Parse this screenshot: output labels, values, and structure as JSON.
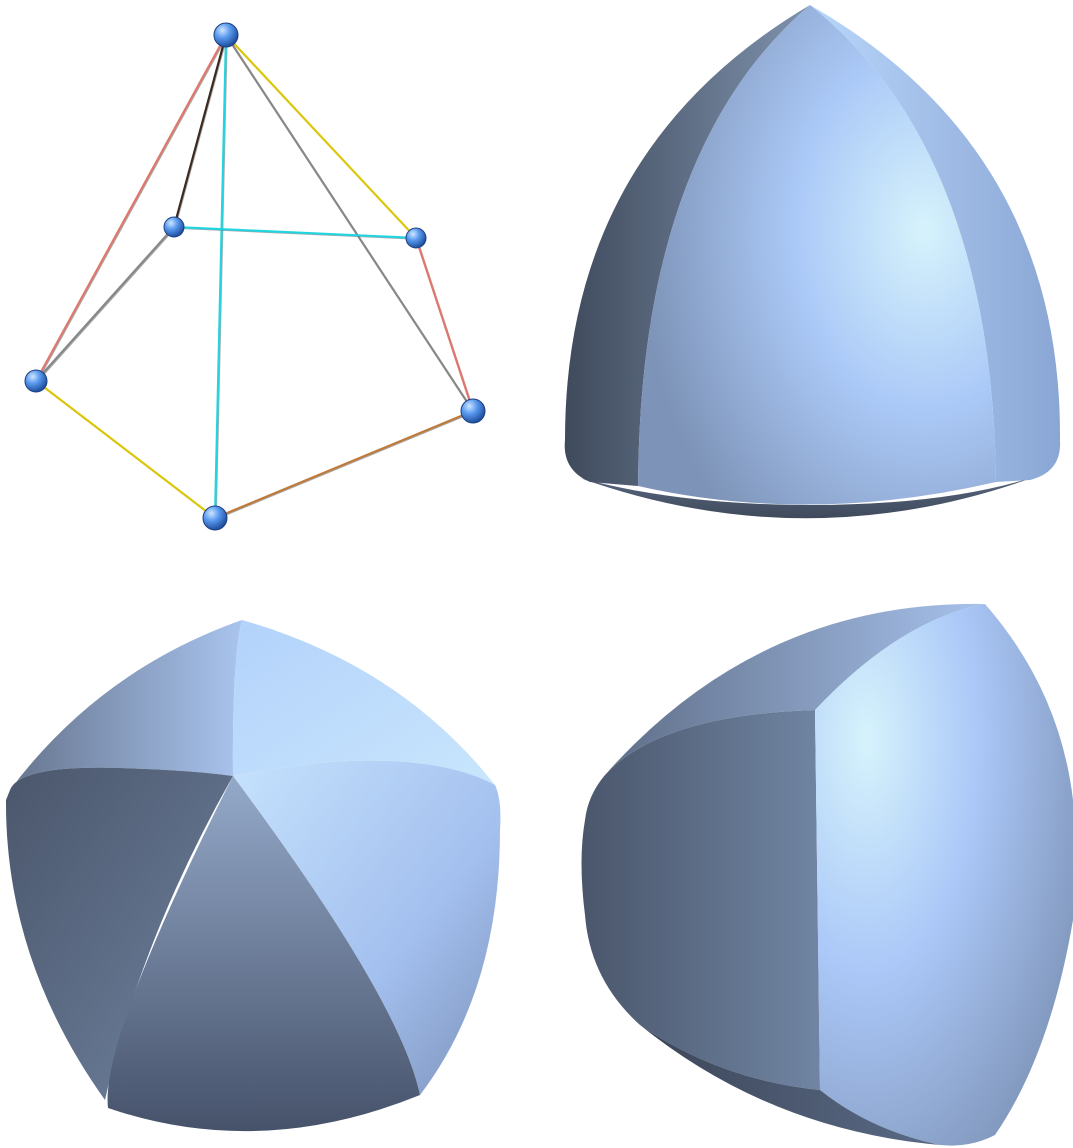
{
  "figure": {
    "panels": [
      {
        "kind": "wireframe-graph",
        "vertex_count": 6,
        "edge_count": 10
      },
      {
        "kind": "solid-rendering",
        "view": "front"
      },
      {
        "kind": "solid-rendering",
        "view": "top"
      },
      {
        "kind": "solid-rendering",
        "view": "side"
      }
    ]
  },
  "colors": {
    "vertex": "#5b9bef",
    "surface_light": "#d2f0fb",
    "surface_mid": "#aac8f8",
    "surface_dark": "#3c4658",
    "edge_salmon": "#e0776d",
    "edge_cyan": "#22d4df",
    "edge_yellow": "#dcc60a",
    "edge_gray": "#888888",
    "edge_brown": "#3c2a1e",
    "edge_orange": "#bf7a3a"
  }
}
